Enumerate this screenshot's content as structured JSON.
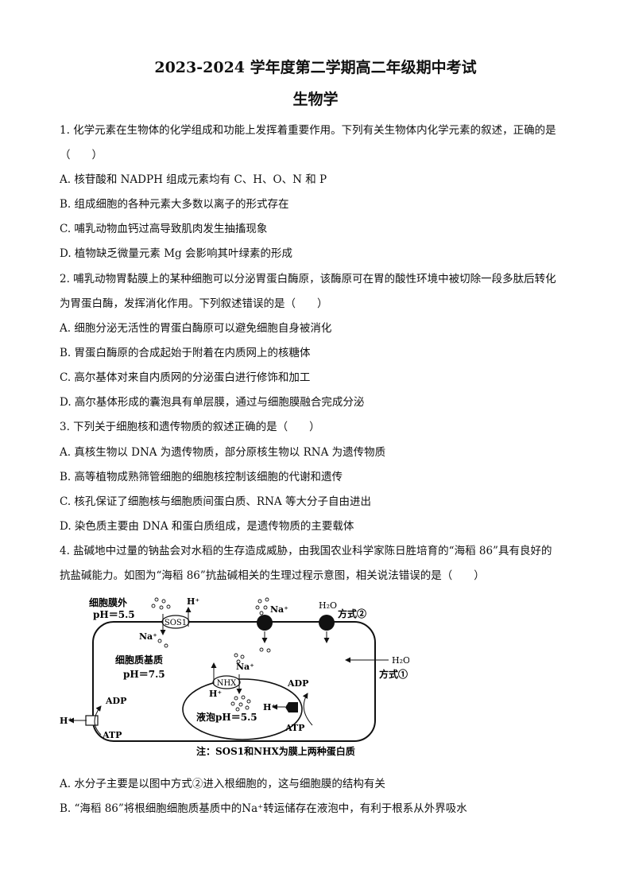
{
  "header": {
    "title": "2023-2024 学年度第二学期高二年级期中考试",
    "subject": "生物学"
  },
  "lines": [
    "1. 化学元素在生物体的化学组成和功能上发挥着重要作用。下列有关生物体内化学元素的叙述，正确的是",
    "（　　）",
    "A. 核苷酸和 NADPH 组成元素均有 C、H、O、N 和 P",
    "B. 组成细胞的各种元素大多数以离子的形式存在",
    "C. 哺乳动物血钙过高导致肌肉发生抽搐现象",
    "D. 植物缺乏微量元素 Mg 会影响其叶绿素的形成",
    "2. 哺乳动物胃黏膜上的某种细胞可以分泌胃蛋白酶原，该酶原可在胃的酸性环境中被切除一段多肽后转化",
    "为胃蛋白酶，发挥消化作用。下列叙述错误的是（　　）",
    "A. 细胞分泌无活性的胃蛋白酶原可以避免细胞自身被消化",
    "B. 胃蛋白酶原的合成起始于附着在内质网上的核糖体",
    "C. 高尔基体对来自内质网的分泌蛋白进行修饰和加工",
    "D. 高尔基体形成的囊泡具有单层膜，通过与细胞膜融合完成分泌",
    "3. 下列关于细胞核和遗传物质的叙述正确的是（　　）",
    "A. 真核生物以 DNA 为遗传物质，部分原核生物以 RNA 为遗传物质",
    "B. 高等植物成熟筛管细胞的细胞核控制该细胞的代谢和遗传",
    "C. 核孔保证了细胞核与细胞质间蛋白质、RNA 等大分子自由进出",
    "D. 染色质主要由 DNA 和蛋白质组成，是遗传物质的主要载体",
    "4. 盐碱地中过量的钠盐会对水稻的生存造成威胁，由我国农业科学家陈日胜培育的“海稻 86”具有良好的",
    "抗盐碱能力。如图为“海稻 86”抗盐碱相关的生理过程示意图，相关说法错误的是（　　）",
    "A. 水分子主要是以图中方式②进入根细胞的，这与细胞膜的结构有关",
    "B. “海稻 86”将根细胞细胞质基质中的Na⁺转运储存在液泡中，有利于根系从外界吸水"
  ],
  "diagram": {
    "outside_label": "细胞膜外",
    "outside_ph": "pH＝5.5",
    "sos1": "SOS1",
    "h_plus": "H⁺",
    "na_plus": "Na⁺",
    "h2o": "H₂O",
    "mode2": "方式②",
    "mode1": "方式①",
    "cytoplasm_label": "细胞质基质",
    "cytoplasm_ph": "pH＝7.5",
    "nhx": "NHX",
    "adp": "ADP",
    "atp": "ATP",
    "vacuole_label": "液泡pH＝5.5",
    "note": "注：SOS1和NHX为膜上两种蛋白质"
  }
}
